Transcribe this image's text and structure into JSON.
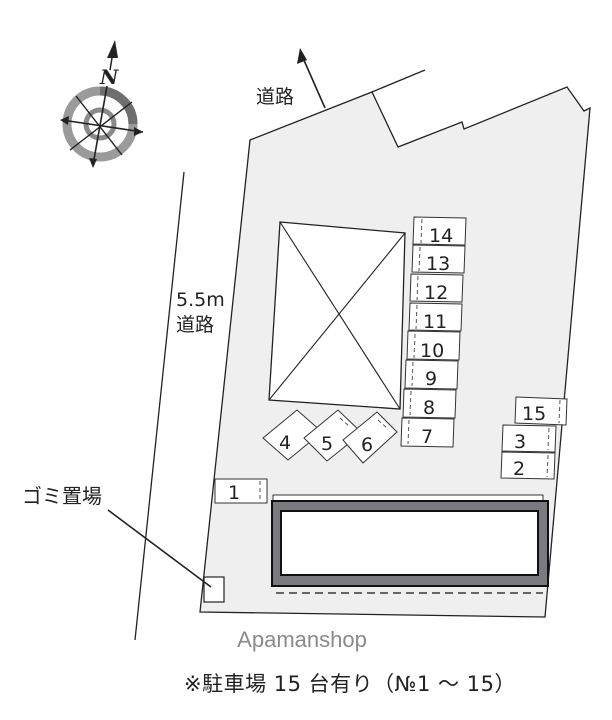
{
  "map": {
    "compass": {
      "north_label": "N",
      "icon": "compass-rose-icon"
    },
    "roads": {
      "north_road_label": "道路",
      "west_road_width": "5.5m",
      "west_road_label": "道路"
    },
    "garbage_area_label": "ゴミ置場",
    "parking_slots": [
      {
        "no": "1"
      },
      {
        "no": "2"
      },
      {
        "no": "3"
      },
      {
        "no": "4"
      },
      {
        "no": "5"
      },
      {
        "no": "6"
      },
      {
        "no": "7"
      },
      {
        "no": "8"
      },
      {
        "no": "9"
      },
      {
        "no": "10"
      },
      {
        "no": "11"
      },
      {
        "no": "12"
      },
      {
        "no": "13"
      },
      {
        "no": "14"
      },
      {
        "no": "15"
      }
    ],
    "colors": {
      "lot_fill": "#efefef",
      "line": "#222222",
      "building_wall": "#7a7a80",
      "brand_text": "#8a8a8a"
    }
  },
  "footer": {
    "brand": "Apamanshop",
    "note": "※駐車場 15 台有り（№1 ～ 15）"
  }
}
